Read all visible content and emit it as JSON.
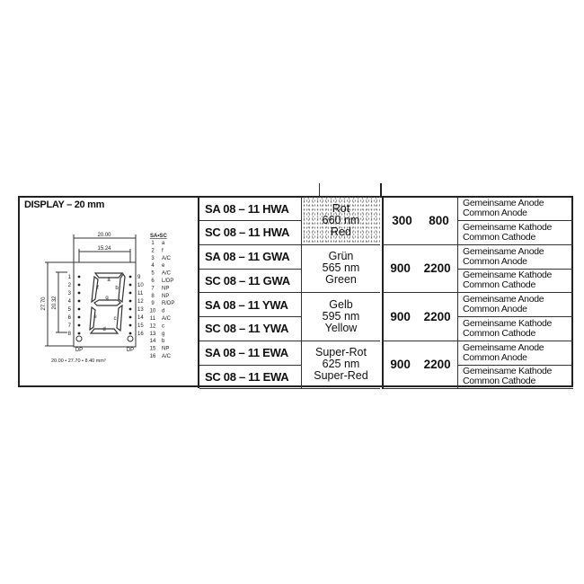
{
  "display": {
    "title": "DISPLAY – 20 mm",
    "dim_width": "20.00",
    "dim_pin_span": "15.24",
    "dim_height": "27.70",
    "dim_inner_height": "20.32",
    "dp_label": "DP",
    "formula": "20.00 • 27.70 • 8.40 mm³",
    "pin_header": "SA•SC",
    "pins": [
      {
        "num": "1",
        "fn": "a"
      },
      {
        "num": "2",
        "fn": "f"
      },
      {
        "num": "3",
        "fn": "A/C"
      },
      {
        "num": "4",
        "fn": "e"
      },
      {
        "num": "5",
        "fn": "A/C"
      },
      {
        "num": "6",
        "fn": "L/DP"
      },
      {
        "num": "7",
        "fn": "NP"
      },
      {
        "num": "8",
        "fn": "NP"
      },
      {
        "num": "9",
        "fn": "R/DP"
      },
      {
        "num": "10",
        "fn": "d"
      },
      {
        "num": "11",
        "fn": "A/C"
      },
      {
        "num": "12",
        "fn": "c"
      },
      {
        "num": "13",
        "fn": "g"
      },
      {
        "num": "14",
        "fn": "b"
      },
      {
        "num": "15",
        "fn": "NP"
      },
      {
        "num": "16",
        "fn": "A/C"
      }
    ],
    "segments": [
      "a",
      "b",
      "c",
      "d",
      "e",
      "f",
      "g"
    ]
  },
  "rows": [
    {
      "parts": [
        "SA 08 – 11 HWA",
        "SC 08 – 11 HWA"
      ],
      "color": [
        "Rot",
        "660 nm",
        "Red"
      ],
      "v1": "300",
      "v2": "800"
    },
    {
      "parts": [
        "SA 08 – 11 GWA",
        "SC 08 – 11 GWA"
      ],
      "color": [
        "Grün",
        "565 nm",
        "Green"
      ],
      "v1": "900",
      "v2": "2200"
    },
    {
      "parts": [
        "SA 08 – 11 YWA",
        "SC 08 – 11 YWA"
      ],
      "color": [
        "Gelb",
        "595 nm",
        "Yellow"
      ],
      "v1": "900",
      "v2": "2200"
    },
    {
      "parts": [
        "SA 08 – 11 EWA",
        "SC 08 – 11 EWA"
      ],
      "color": [
        "Super-Rot",
        "625 nm",
        "Super-Red"
      ],
      "v1": "900",
      "v2": "2200"
    }
  ],
  "desc": {
    "anode": [
      "Gemeinsame Anode",
      "Common Anode"
    ],
    "cathode": [
      "Gemeinsame Kathode",
      "Common Cathode"
    ]
  }
}
